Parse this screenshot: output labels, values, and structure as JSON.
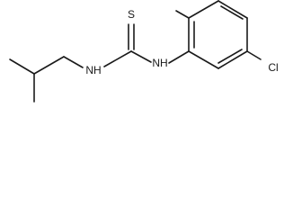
{
  "atoms": {
    "sulfur": "S",
    "nh_left": "NH",
    "nh_right": "NH",
    "chlorine": "Cl"
  }
}
